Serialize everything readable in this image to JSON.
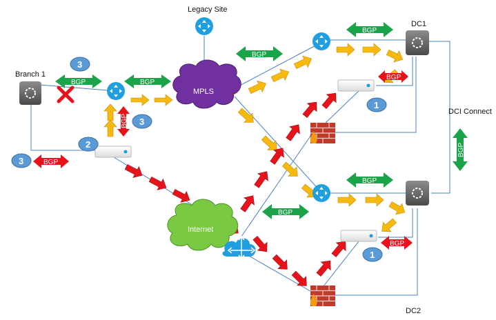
{
  "labels": {
    "legacy_site": "Legacy Site",
    "branch": "Branch 1",
    "dc1": "DC1",
    "dc2": "DC2",
    "dci_connect": "DCI Connect",
    "mpls": "MPLS",
    "internet": "Internet"
  },
  "bgp_label": "BGP",
  "badges": {
    "b1": "3",
    "b2": "3",
    "b3": "2",
    "b4": "3",
    "b5": "1",
    "b6": "1"
  },
  "colors": {
    "bgp_green": "#1ba349",
    "bgp_red": "#e8131a",
    "flow_yellow": "#f6b90e",
    "flow_red": "#e8131a",
    "line_blue": "#4a7fbd",
    "badge_blue": "#5b9bd5",
    "mpls_purple": "#7030a0",
    "internet_green": "#7ac943",
    "router_blue": "#1f9ee0"
  },
  "icons": [
    "router-icon",
    "switch-icon",
    "sdwan-appliance-icon",
    "firewall-icon",
    "cloud-icon",
    "blocked-x-icon"
  ]
}
